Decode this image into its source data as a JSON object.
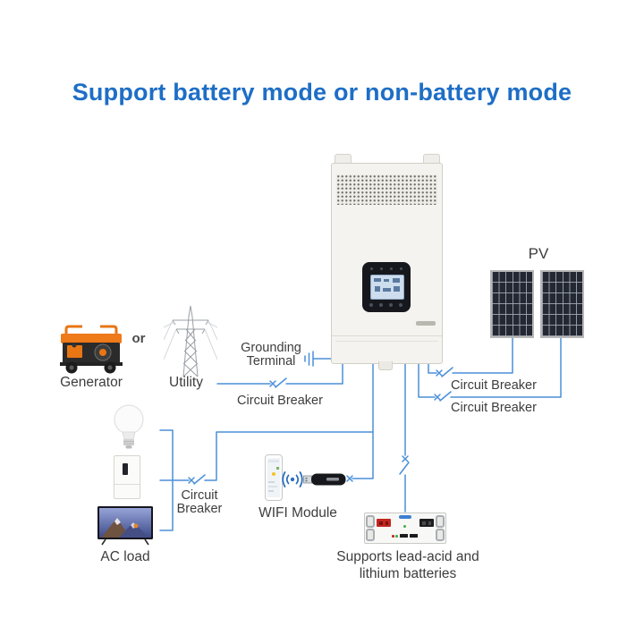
{
  "title": {
    "text": "Support battery mode or non-battery mode"
  },
  "colors": {
    "title_blue": "#1e6ec6",
    "wire_blue": "#4a8fd8",
    "label_text": "#3d3d3d",
    "generator_orange": "#ee7a1a",
    "pv_cell_dark": "#232833",
    "battery_terminal_red": "#c2271f",
    "battery_terminal_black": "#1d1d1f"
  },
  "sources": {
    "generator_label": "Generator",
    "or_label": "or",
    "utility_label": "Utility",
    "pv_label": "PV"
  },
  "connections": {
    "grounding_label_line1": "Grounding",
    "grounding_label_line2": "Terminal",
    "utility_breaker_label": "Circuit Breaker",
    "pv_breaker1_label": "Circuit Breaker",
    "pv_breaker2_label": "Circuit Breaker",
    "acload_breaker_label_line1": "Circuit",
    "acload_breaker_label_line2": "Breaker"
  },
  "loads": {
    "ac_load_label": "AC load"
  },
  "accessories": {
    "wifi_label": "WIFI Module"
  },
  "battery": {
    "caption_line1": "Supports lead-acid and",
    "caption_line2": "lithium batteries"
  },
  "icons": {
    "inverter": "inverter-icon",
    "generator": "generator-icon",
    "utility_tower": "utility-tower-icon",
    "pv_panel": "solar-panel-icon",
    "ground_symbol": "ground-symbol-icon",
    "breaker_switch": "breaker-switch-icon",
    "light_bulb": "light-bulb-icon",
    "refrigerator": "refrigerator-icon",
    "tv": "tv-icon",
    "smartphone": "smartphone-icon",
    "wifi_signal": "wifi-signal-icon",
    "usb_dongle": "usb-dongle-icon",
    "battery_pack": "battery-pack-icon"
  }
}
